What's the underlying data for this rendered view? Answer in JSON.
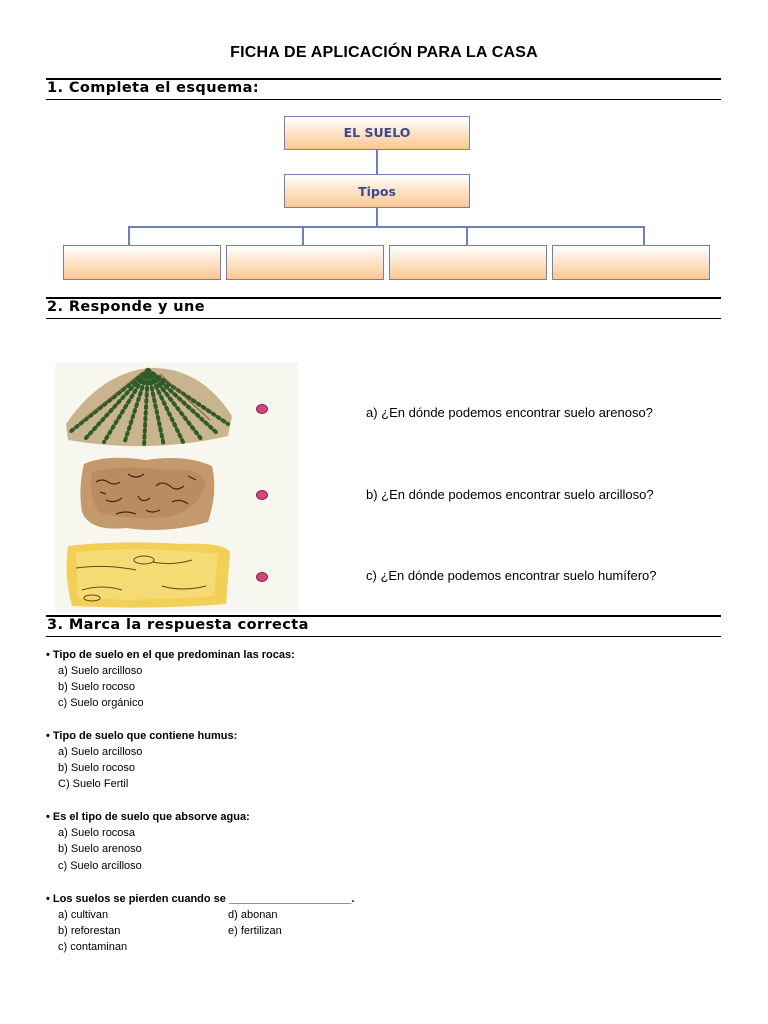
{
  "title": "FICHA DE APLICACIÓN PARA LA CASA",
  "sections": {
    "s1": "1. Completa el esquema:",
    "s2": "2. Responde y une",
    "s3": "3. Marca la respuesta correcta"
  },
  "diagram": {
    "root": "EL SUELO",
    "tipos": "Tipos",
    "blank_boxes": [
      "",
      "",
      "",
      ""
    ]
  },
  "match": {
    "questions": [
      "a) ¿En dónde podemos encontrar suelo arenoso?",
      "b) ¿En dónde podemos encontrar suelo arcilloso?",
      "c) ¿En dónde podemos encontrar suelo humífero?"
    ],
    "images": [
      "cultivated-field-image",
      "clay-soil-image",
      "sandy-soil-image"
    ]
  },
  "quiz": [
    {
      "question": "• Tipo de suelo en el que predominan las rocas:",
      "options": [
        "a) Suelo arcilloso",
        "b) Suelo rocoso",
        "c) Suelo orgánico"
      ]
    },
    {
      "question": "• Tipo de suelo que contiene humus:",
      "options": [
        "a) Suelo arcilloso",
        "b) Suelo rocoso",
        "C) Suelo Fertil"
      ]
    },
    {
      "question": "• Es el tipo de suelo que absorve agua:",
      "options": [
        "a) Suelo rocosa",
        "b) Suelo arenoso",
        "c) Suelo arcilloso"
      ]
    },
    {
      "question": "• Los suelos se pierden cuando se ____________________.",
      "options": [
        "a) cultivan",
        "b) reforestan",
        "c) contaminan",
        "d) abonan",
        "e) fertilizan"
      ]
    }
  ],
  "colors": {
    "box_border": "#6f7fb8",
    "box_fill": "#fbc78f",
    "box_text": "#3b4a8c",
    "dot": "#d1477a"
  }
}
